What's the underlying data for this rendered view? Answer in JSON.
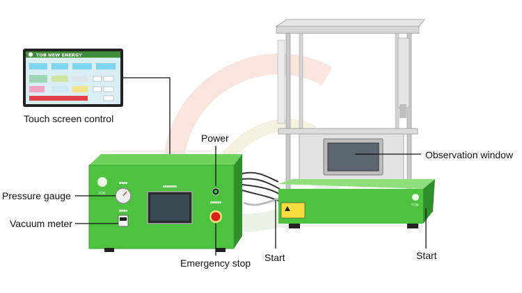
{
  "labels": {
    "touch_screen": "Touch screen control",
    "power": "Power",
    "observation_window": "Observation window",
    "pressure_gauge": "Pressure gauge",
    "vacuum_meter": "Vacuum meter",
    "emergency_stop": "Emergency stop",
    "start_left": "Start",
    "start_right": "Start"
  },
  "screen": {
    "brand": "TOB NEW ENERGY"
  },
  "colors": {
    "machine_green": "#4cc23e",
    "machine_dark_green": "#2f8f2a",
    "screen_bg": "#d9eef5",
    "emergency_red": "#d8231c",
    "watermark": "#f3d2c8"
  }
}
